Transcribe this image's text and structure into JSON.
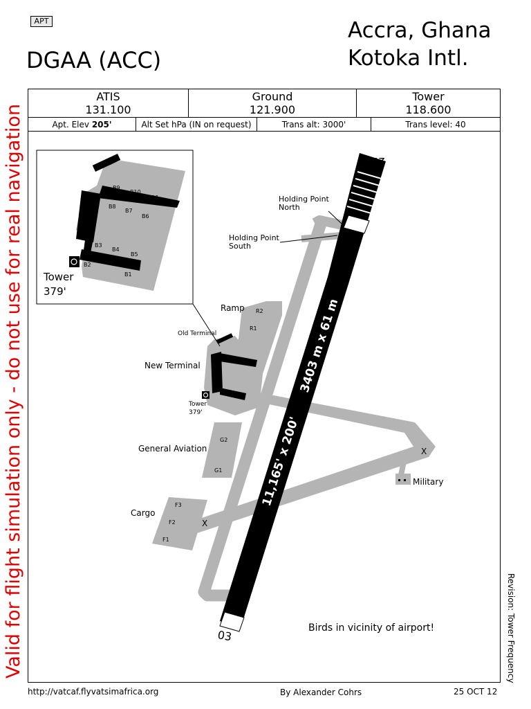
{
  "header": {
    "badge": "APT",
    "code": "DGAA (ACC)",
    "city": "Accra, Ghana",
    "name": "Kotoka Intl."
  },
  "warning": "Valid for flight simulation only - do not use for real navigation",
  "revision": "Revision: Tower Frequency",
  "frequencies": {
    "atis_label": "ATIS",
    "atis": "131.100",
    "ground_label": "Ground",
    "ground": "121.900",
    "tower_label": "Tower",
    "tower": "118.600"
  },
  "info": {
    "elev_label": "Apt. Elev",
    "elev": "205'",
    "altset": "Alt Set hPa (IN on request)",
    "trans_alt": "Trans alt: 3000'",
    "trans_level": "Trans level: 40"
  },
  "map": {
    "runway_dims": "3403 m x 61 m",
    "runway_dims_ft": "11,165' x 200'",
    "rwy_north": "21",
    "rwy_south": "03",
    "holding_north": [
      "Holding Point",
      "North"
    ],
    "holding_south": [
      "Holding Point",
      "South"
    ],
    "ramp": "Ramp",
    "r1": "R1",
    "r2": "R2",
    "old_terminal": "Old Terminal",
    "new_terminal": "New Terminal",
    "tower_small": [
      "Tower",
      "379'"
    ],
    "general_aviation": "General Aviation",
    "g1": "G1",
    "g2": "G2",
    "cargo": "Cargo",
    "f1": "F1",
    "f2": "F2",
    "f3": "F3",
    "military": "Military",
    "x_mark": "X",
    "birds": "Birds in vicinity of airport!",
    "inset": {
      "b1": "B1",
      "b2": "B2",
      "b3": "B3",
      "b4": "B4",
      "b5": "B5",
      "b6": "B6",
      "b7": "B7",
      "b8": "B8",
      "b9": "B9",
      "b10": "B10",
      "b11": "B11",
      "tower": [
        "Tower",
        "379'"
      ]
    }
  },
  "footer": {
    "url": "http://vatcaf.flyvatsimafrica.org",
    "author": "By Alexander Cohrs",
    "date": "25 OCT 12"
  },
  "colors": {
    "taxiway": "#b4b4b4",
    "runway": "#000000",
    "warning": "#e00000"
  }
}
